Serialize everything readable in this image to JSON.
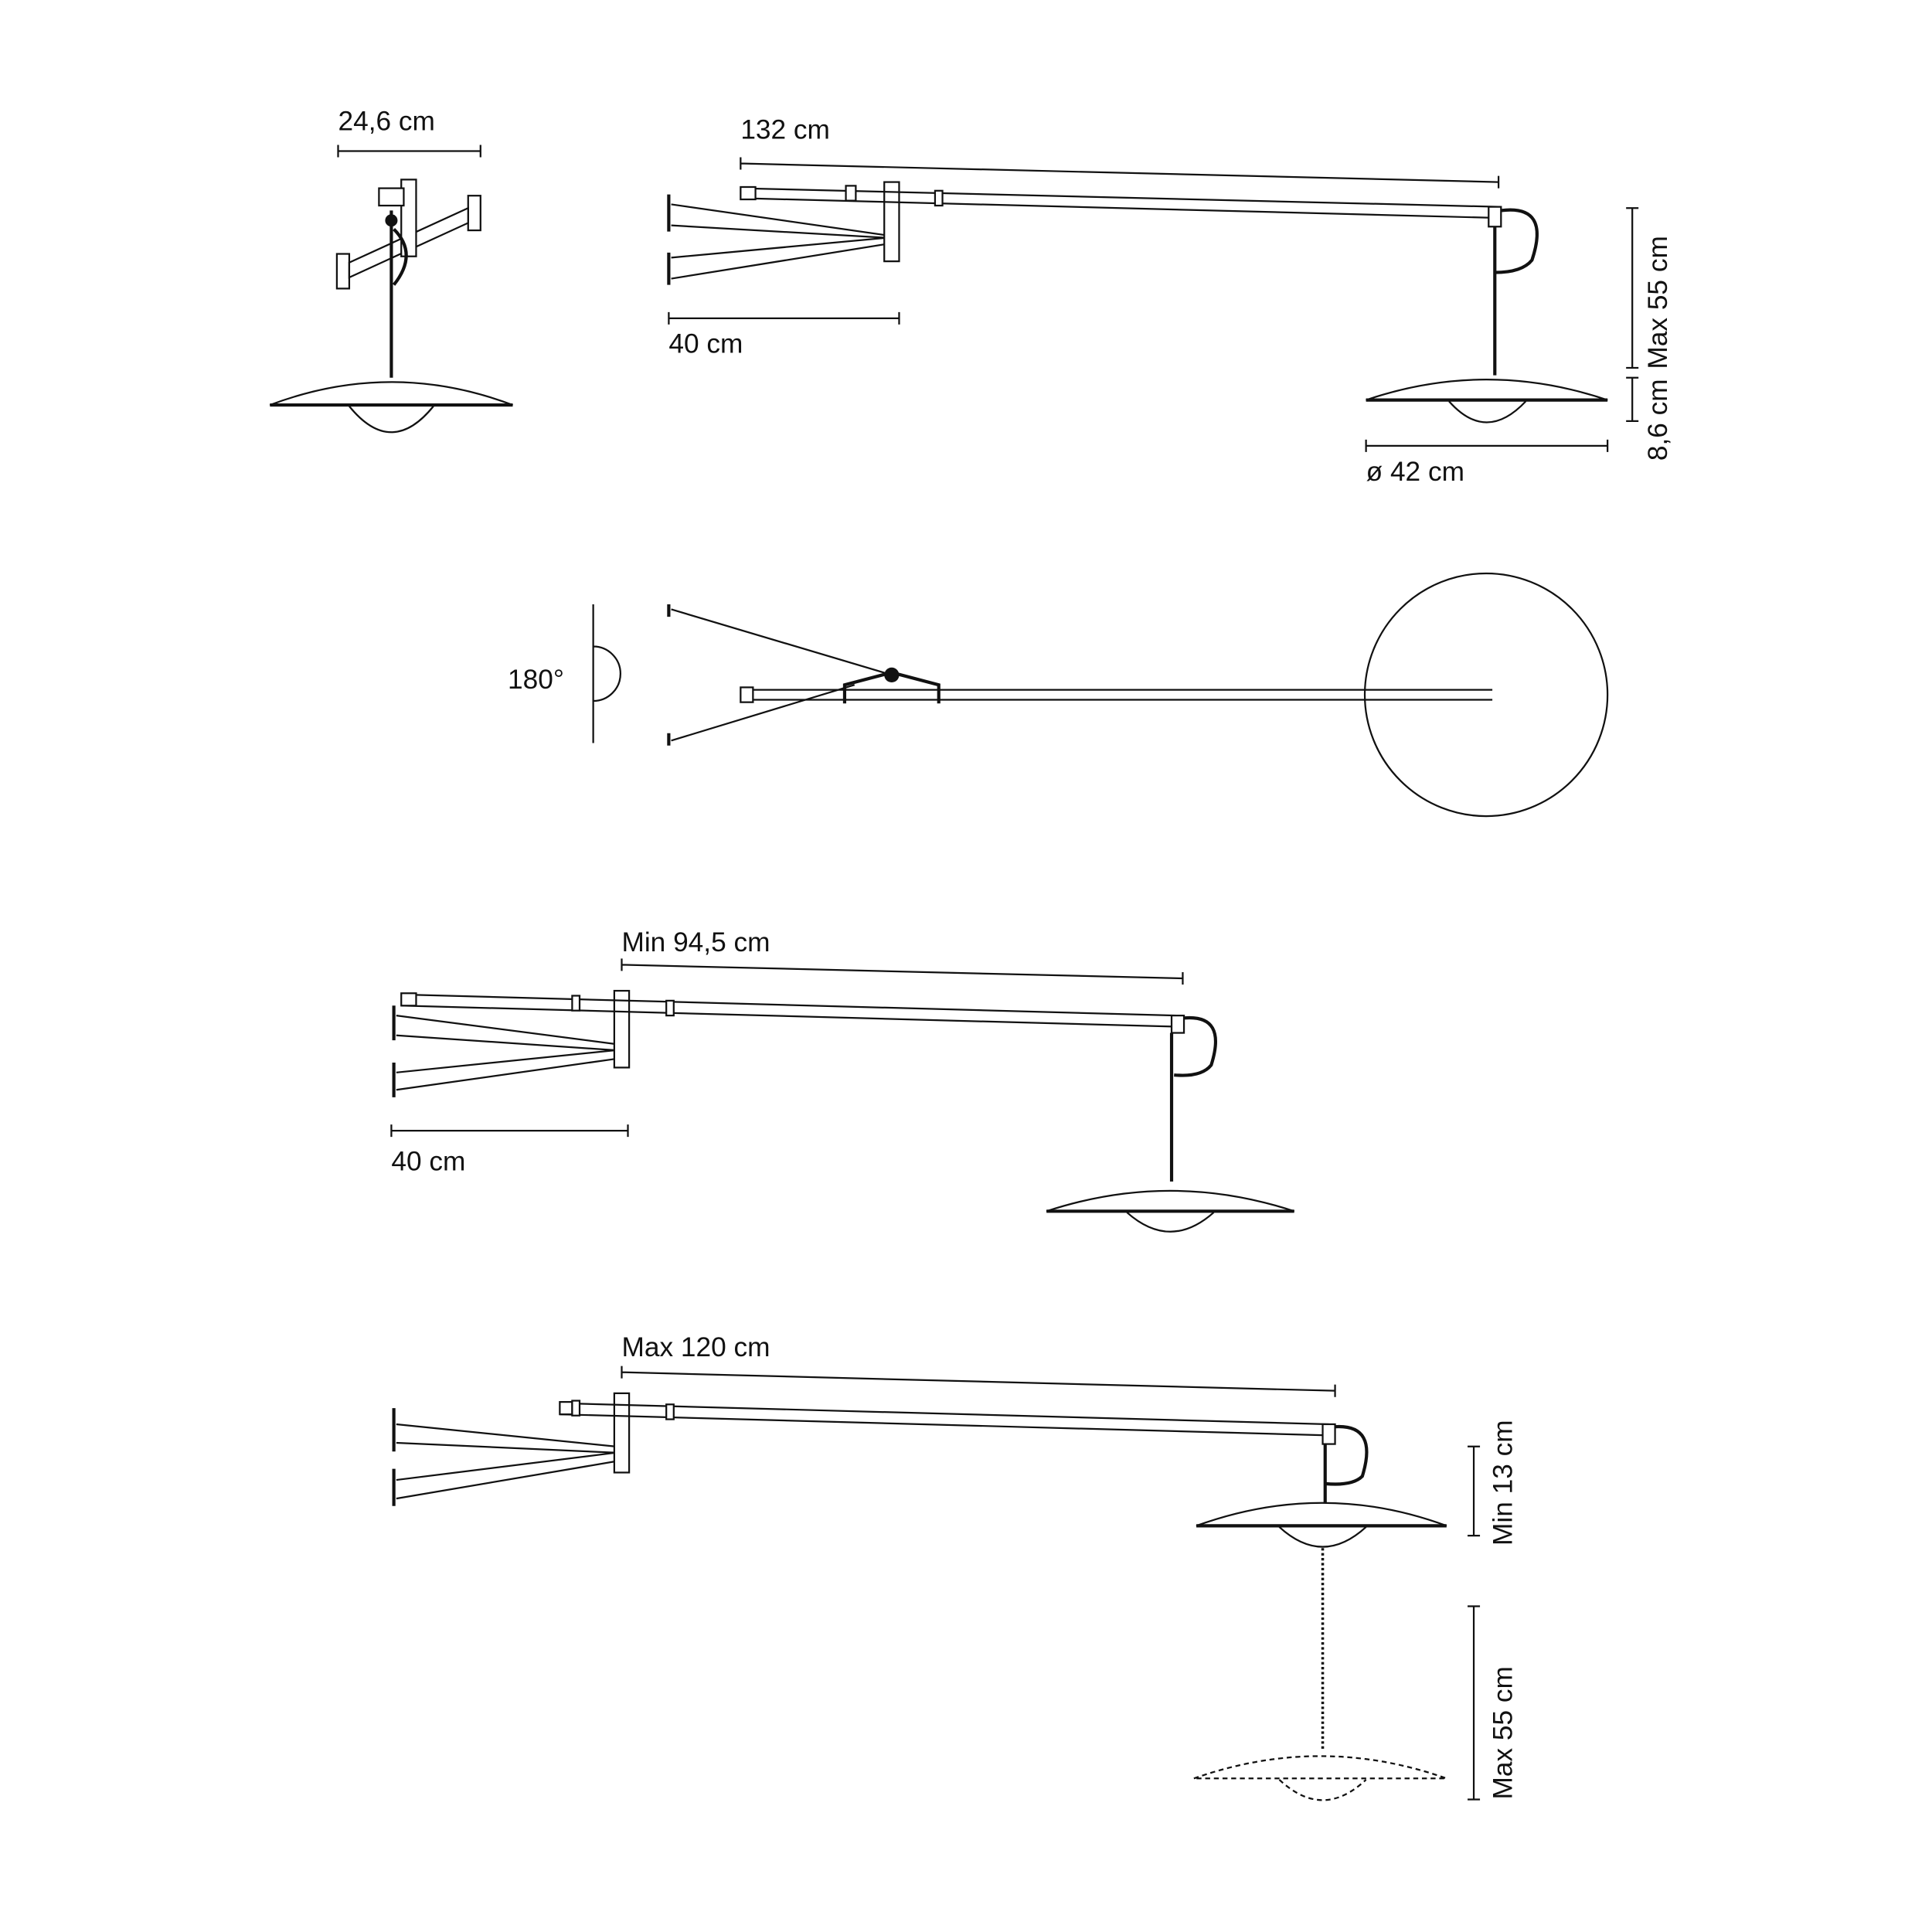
{
  "front_view": {
    "width_label": "24,6 cm"
  },
  "side_view": {
    "total_length_label": "132 cm",
    "bracket_depth_label": "40 cm",
    "drop_label": "Max 55 cm",
    "shade_height_label": "8,6 cm",
    "diameter_label": "ø 42 cm"
  },
  "top_view": {
    "rotation_label": "180°"
  },
  "min_view": {
    "length_label": "Min 94,5 cm",
    "bracket_depth_label": "40 cm"
  },
  "max_view": {
    "length_label": "Max 120 cm",
    "min_drop_label": "Min 13 cm",
    "max_drop_label": "Max 55 cm"
  }
}
